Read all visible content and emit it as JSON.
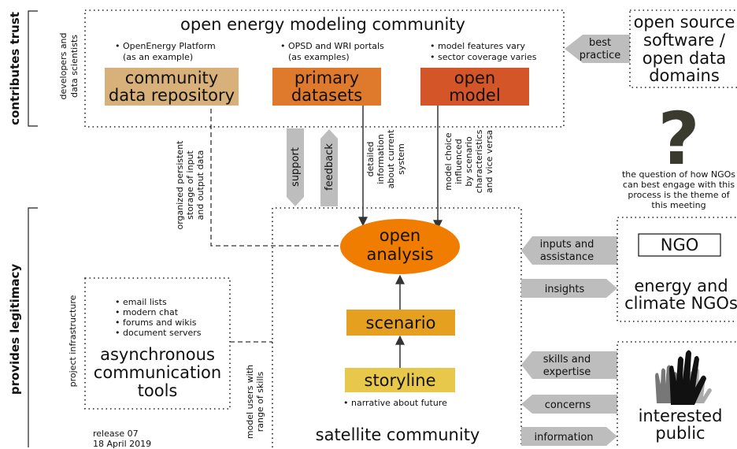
{
  "side_labels": {
    "contributes_trust": "contributes trust",
    "provides_legitimacy": "provides legitimacy"
  },
  "core": {
    "title": "open energy modeling community",
    "developers_line1": "developers and",
    "developers_line2": "data scientists",
    "repo_note_1": "• OpenEnergy Platform",
    "repo_note_2": "(as an example)",
    "repo_box_1": "community",
    "repo_box_2": "data repository",
    "primary_note_1": "• OPSD and WRI portals",
    "primary_note_2": "(as examples)",
    "primary_box_1": "primary",
    "primary_box_2": "datasets",
    "model_note_1": "• model features vary",
    "model_note_2": "• sector coverage varies",
    "model_box_1": "open",
    "model_box_2": "model"
  },
  "open_source": {
    "line1": "open source",
    "line2": "software /",
    "line3": "open data",
    "line4": "domains",
    "arrow_1": "best",
    "arrow_2": "practice"
  },
  "question": {
    "mark": "?",
    "line1": "the question of how NGOs",
    "line2": "can best engage with this",
    "line3": "process is the theme of",
    "line4": "this meeting"
  },
  "flows": {
    "storage_1": "organized persistent",
    "storage_2": "storage  of input",
    "storage_3": "and output data",
    "support": "support",
    "feedback": "feedback",
    "detailed_1": "detailed",
    "detailed_2": "information",
    "detailed_3": "about current",
    "detailed_4": "system",
    "choice_1": "model choice",
    "choice_2": "influenced",
    "choice_3": "by scenario",
    "choice_4": "characteristics",
    "choice_5": "and vice versa",
    "users_1": "model users with",
    "users_2": "range of skills"
  },
  "satellite": {
    "analysis_1": "open",
    "analysis_2": "analysis",
    "scenario": "scenario",
    "storyline": "storyline",
    "storyline_note": "• narrative about future",
    "title": "satellite community"
  },
  "async": {
    "infra": "project infrastructure",
    "items": [
      "• email lists",
      "• modern chat",
      "• forums and wikis",
      "• document servers"
    ],
    "title_1": "asynchronous",
    "title_2": "communication",
    "title_3": "tools"
  },
  "release": {
    "line1": "release 07",
    "line2": "18 April 2019"
  },
  "ngo": {
    "in_1": "inputs and",
    "in_2": "assistance",
    "insights": "insights",
    "box": "NGO",
    "title_1": "energy and",
    "title_2": "climate NGOs"
  },
  "public": {
    "skills_1": "skills and",
    "skills_2": "expertise",
    "concerns": "concerns",
    "information": "information",
    "title_1": "interested",
    "title_2": "public"
  },
  "colors": {
    "repo": "#d8b07a",
    "primary": "#df7a2c",
    "model": "#d45528",
    "analysis": "#f07d00",
    "scenario": "#e6a020",
    "storyline": "#e8c84a",
    "arrow_gray": "#bdbdbd",
    "question": "#3a3a2e"
  }
}
